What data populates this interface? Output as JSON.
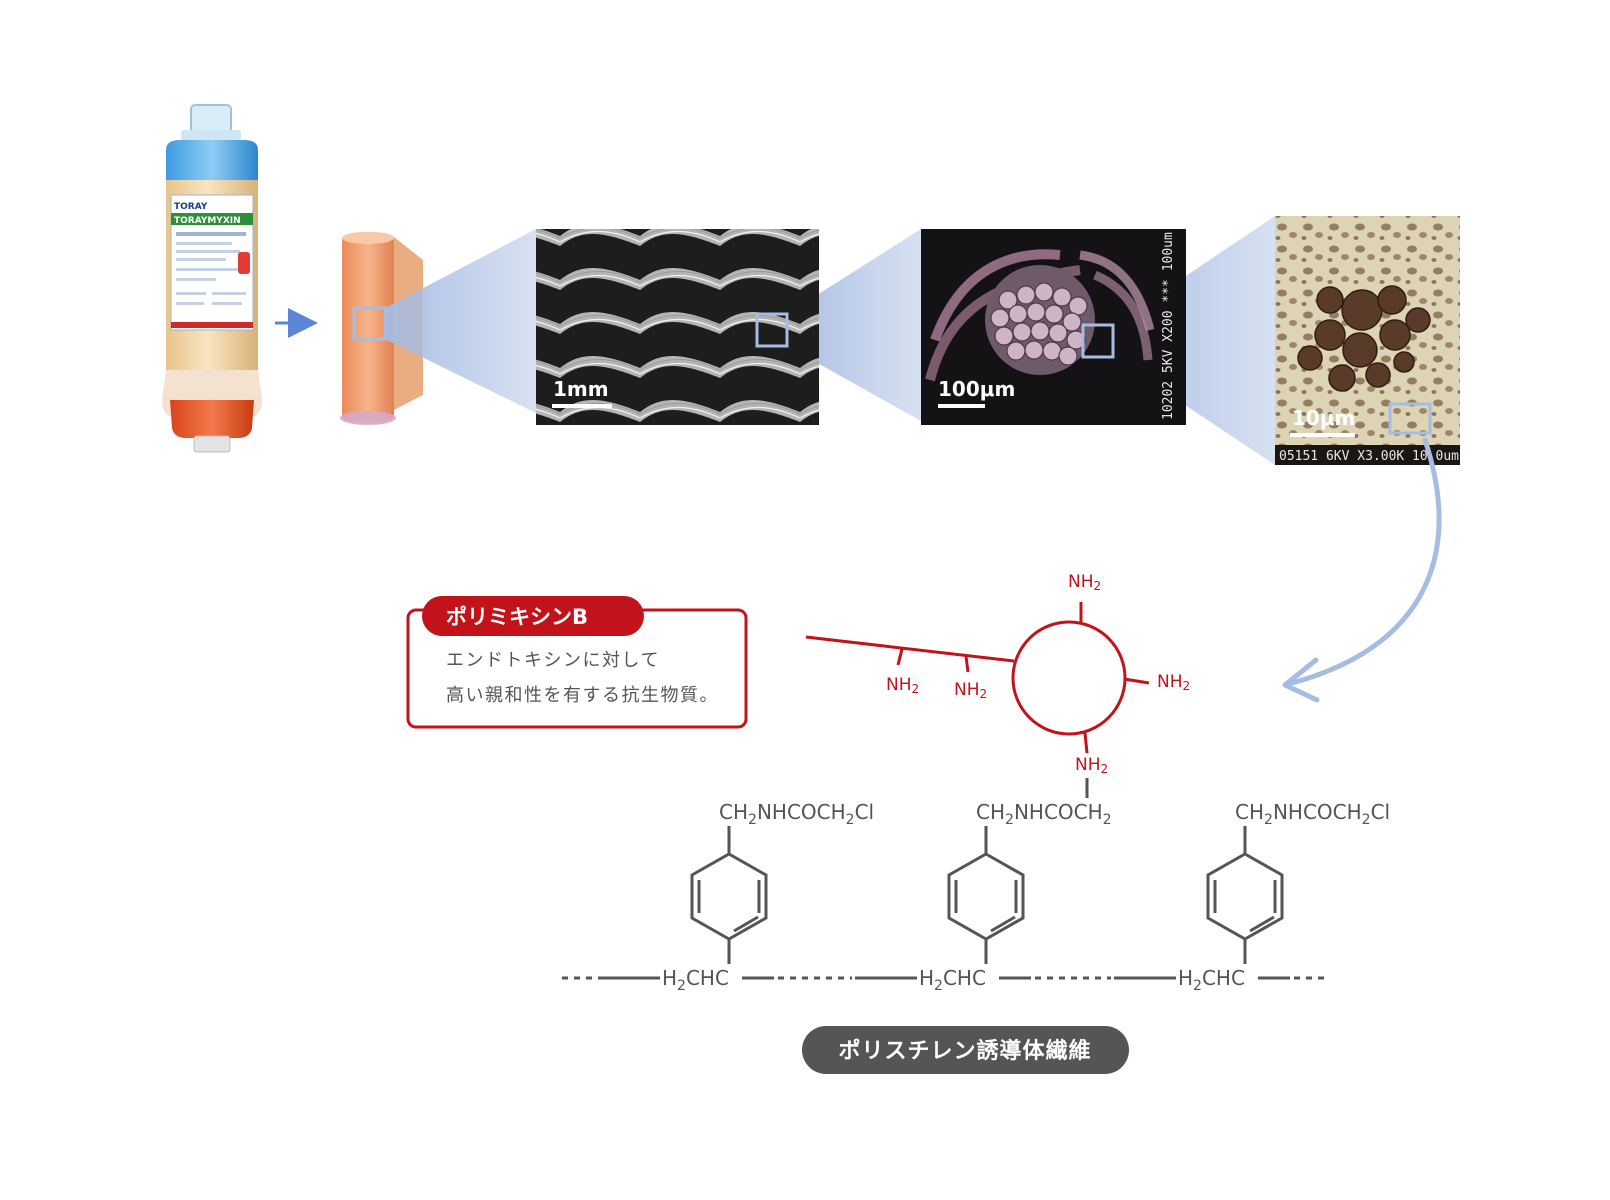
{
  "product": {
    "brand_text": "TORAY",
    "name_text": "TORAYMYXIN"
  },
  "micrographs": [
    {
      "scale": "1mm",
      "readout": ""
    },
    {
      "scale": "100μm",
      "readout": "10202 5KV X200 *** 100um"
    },
    {
      "scale": "10μm",
      "readout": "05151 6KV X3.00K 10.0um"
    }
  ],
  "polymyxin": {
    "badge": "ポリミキシンB",
    "description_line1": "エンドトキシンに対して",
    "description_line2": "高い親和性を有する抗生物質。",
    "amine_base": "NH",
    "amine_subscript": "2"
  },
  "structure": {
    "side_chain_end": {
      "p1": "CH",
      "p2": "NHCOCH",
      "p3": "Cl"
    },
    "side_chain_linked": {
      "p1": "CH",
      "p2": "NHCOCH"
    },
    "backbone": {
      "p1": "H",
      "p2": "CHC"
    },
    "subscript": "2"
  },
  "fiber_label": "ポリスチレン誘導体繊維",
  "colors": {
    "accent_red": "#c3131a",
    "structure_gray": "#555555",
    "highlight_blue": "#a7bce2",
    "arrow_blue": "#5b86d6",
    "badge_dark": "#555555"
  }
}
